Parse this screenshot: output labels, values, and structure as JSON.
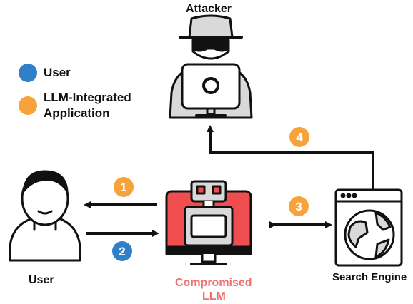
{
  "colors": {
    "user_blue": "#2F80C9",
    "llm_app_orange": "#F5A33A",
    "compromised_red": "#F04E4E",
    "compromised_text": "#F07070",
    "ink": "#111111",
    "light_gray": "#D9D9D9"
  },
  "legend": {
    "user": "User",
    "app_line1": "LLM-Integrated",
    "app_line2": "Application"
  },
  "nodes": {
    "attacker": "Attacker",
    "user": "User",
    "llm_line1": "Compromised",
    "llm_line2": "LLM",
    "search": "Search Engine"
  },
  "steps": {
    "s1": "1",
    "s2": "2",
    "s3": "3",
    "s4": "4"
  },
  "icons": [
    "attacker-icon",
    "user-icon",
    "robot-monitor-icon",
    "browser-globe-icon"
  ]
}
